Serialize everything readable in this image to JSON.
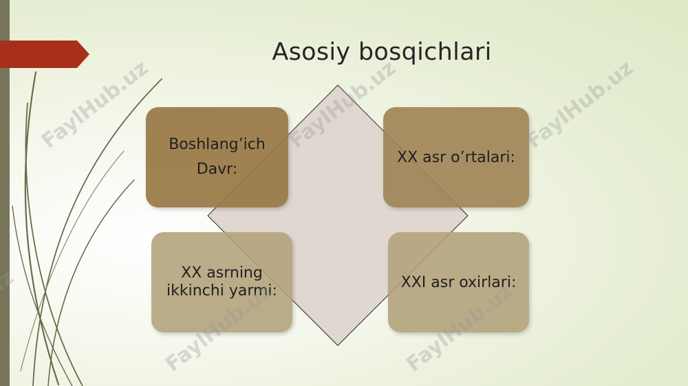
{
  "slide": {
    "title": "Asosiy bosqichlari"
  },
  "stages": [
    {
      "label": "Boshlang’ich\nDavr:"
    },
    {
      "label": "XX asr o’rtalari:"
    },
    {
      "label": "XX asrning\nikkinchi yarmi:"
    },
    {
      "label": "XXI asr oxirlari:"
    }
  ],
  "watermark": {
    "text": "FaylHub.uz"
  },
  "colors": {
    "accent_tab": "#a8301a",
    "side_bar": "#77755a",
    "box_dark": "#997946",
    "box_light": "#b2a07a",
    "diamond_fill": "#e0d8d0"
  }
}
